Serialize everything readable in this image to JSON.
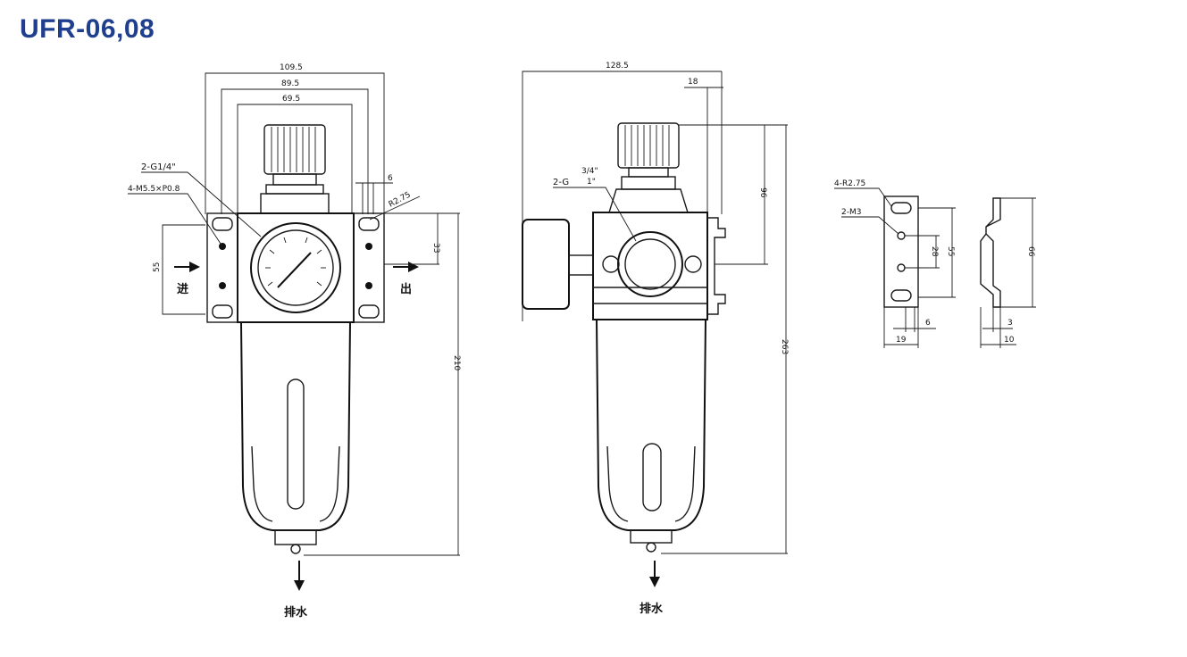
{
  "title": "UFR-06,08",
  "front_view": {
    "dim_top_1": "109.5",
    "dim_top_2": "89.5",
    "dim_top_3": "69.5",
    "port_label": "2-G1/4\"",
    "mount_hole_label": "4-M5.5×P0.8",
    "dim_6": "6",
    "dim_r": "R2.75",
    "dim_33": "33",
    "dim_55": "55",
    "dim_210": "210",
    "inlet_label": "进",
    "outlet_label": "出",
    "drain_label": "排水"
  },
  "side_view": {
    "dim_top": "128.5",
    "dim_18": "18",
    "dim_96": "96",
    "dim_263": "263",
    "port_label": "2-G",
    "port_size_top": "3/4\"",
    "port_size_bottom": "1\"",
    "drain_label": "排水"
  },
  "bracket_front": {
    "slot_label": "4-R2.75",
    "hole_label": "2-M3",
    "dim_28": "28",
    "dim_55": "55",
    "dim_6": "6",
    "dim_19": "19"
  },
  "bracket_side": {
    "dim_66": "66",
    "dim_3": "3",
    "dim_10": "10"
  }
}
